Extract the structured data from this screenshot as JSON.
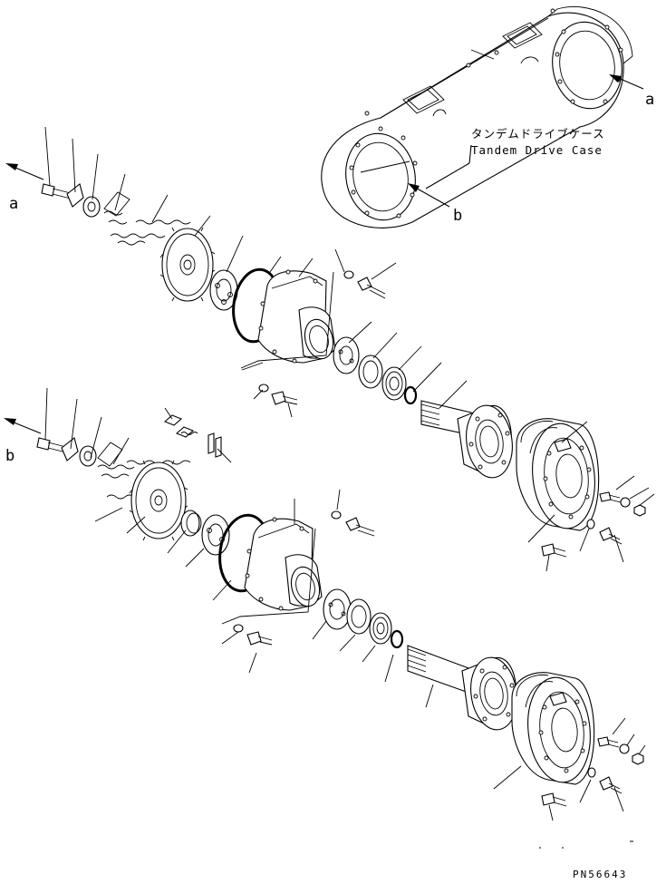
{
  "labels": {
    "ref_a_case": "a",
    "ref_b_case": "b",
    "ref_a_left": "a",
    "ref_b_left": "b"
  },
  "caption": {
    "japanese": "タンデムドライブケース",
    "english": "Tandem Drive Case"
  },
  "drawing_code": "PN56643"
}
